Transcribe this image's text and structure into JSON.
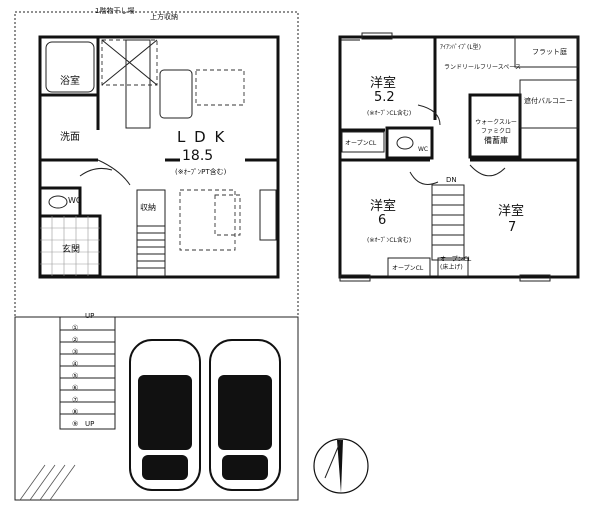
{
  "first_floor": {
    "top_labels": [
      "1階物干し場",
      "上方収納"
    ],
    "bath": "浴室",
    "washroom": "洗面",
    "wc": "WC",
    "entrance": "玄関",
    "storage": "収納",
    "ldk": {
      "label": "L D K",
      "size": "18.5",
      "note": "(※ｵｰﾌﾟﾝPT含む)"
    },
    "stair_up": "UP",
    "entry_up": "UP",
    "step_numbers": [
      "①",
      "②",
      "③",
      "④",
      "⑤",
      "⑥",
      "⑦",
      "⑧",
      "⑨"
    ]
  },
  "second_floor": {
    "room_a": {
      "name": "洋室",
      "size": "5.2",
      "note": "(※ｵｰﾌﾟﾝCL含む)"
    },
    "room_b": {
      "name": "洋室",
      "size": "6",
      "note": "(※ｵｰﾌﾟﾝCL含む)"
    },
    "room_c": {
      "name": "洋室",
      "size": "7"
    },
    "iron_pipe": "ｱｲｱﾝﾊﾟｲﾌﾟ(L型)",
    "laundry": "ランドリールフリースペース",
    "flat_roof": "フラット庭",
    "balcony": "遮付バルコニー",
    "walkin": [
      "ウォークスルー",
      "ファミクロ",
      "備蓄庫"
    ],
    "open_cl_a": "オープンCL",
    "open_cl_b": "オープンCL",
    "open_cl_c": [
      "オープンCL",
      "(床上げ)"
    ],
    "wc": "WC",
    "dn": "DN"
  },
  "compass_label": "北"
}
